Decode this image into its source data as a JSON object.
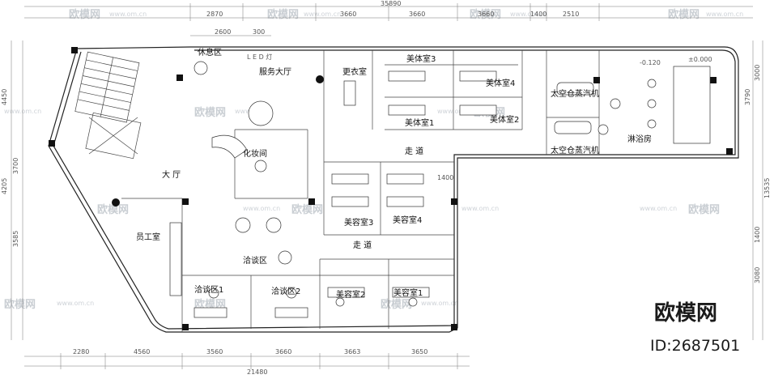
{
  "rooms": {
    "rest_area": "休息区",
    "service_hall": "服务大厅",
    "changing_room": "更衣室",
    "body_room_3": "美体室3",
    "body_room_4": "美体室4",
    "body_room_1": "美体室1",
    "body_room_2": "美体室2",
    "space_capsule_1": "太空仓蒸汽机",
    "space_capsule_2": "太空仓蒸汽机",
    "shower_room": "淋浴房",
    "makeup_room": "化妆间",
    "corridor_upper": "走 道",
    "corridor_lower": "走 道",
    "lobby": "大 厅",
    "beauty_room_3": "美容室3",
    "beauty_room_4": "美容室4",
    "staff_room": "员工室",
    "consult_area": "洽谈区",
    "consult_area_1": "洽谈区1",
    "consult_area_2": "洽谈区2",
    "beauty_room_2": "美容室2",
    "beauty_room_1": "美容室1"
  },
  "dimensions": {
    "top_total": "35890",
    "top_segments": [
      "2870",
      "3660",
      "3660",
      "3660",
      "1400",
      "2510"
    ],
    "top_sub": [
      "2600",
      "300"
    ],
    "bottom_segments": [
      "2280",
      "4560",
      "3560",
      "3660",
      "3663",
      "3650"
    ],
    "bottom_total": "21480",
    "left": [
      "4450",
      "3700",
      "3585",
      "4205"
    ],
    "right": [
      "3790",
      "3000",
      "13535",
      "1400",
      "3080"
    ],
    "elevations": [
      "-0.120",
      "±0.000"
    ],
    "misc": [
      "L E D 灯",
      "1400"
    ]
  },
  "watermark": {
    "text": "欧模网",
    "url": "www.om.cn",
    "corner_brand": "欧模网",
    "id_label": "ID:2687501"
  }
}
